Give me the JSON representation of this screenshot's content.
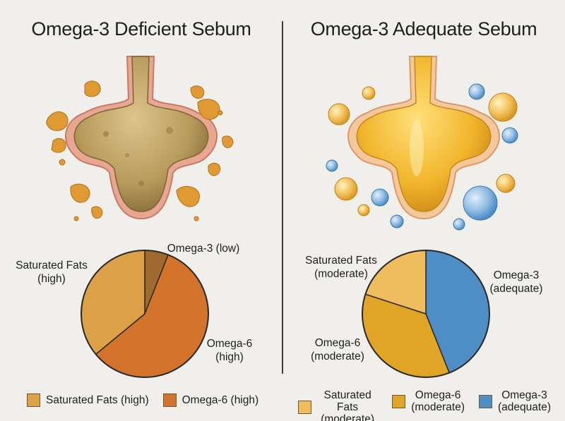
{
  "left_panel": {
    "title": "Omega-3 Deficient Sebum",
    "pie_labels": {
      "saturated": "Saturated Fats\n(high)",
      "omega3": "Omega-3 (low)",
      "omega6": "Omega-6\n(high)"
    },
    "legend": [
      {
        "label": "Saturated Fats (high)",
        "color": "#dca146"
      },
      {
        "label": "Omega-6 (high)",
        "color": "#d4732c"
      }
    ]
  },
  "right_panel": {
    "title": "Omega-3 Adequate Sebum",
    "pie_labels": {
      "saturated": "Saturated Fats\n(moderate)",
      "omega3": "Omega-3\n(adequate)",
      "omega6": "Omega-6\n(moderate)"
    },
    "legend": [
      {
        "label": "Saturated Fats\n(moderate)",
        "color": "#efbc5e"
      },
      {
        "label": "Omega-6\n(moderate)",
        "color": "#e0a526"
      },
      {
        "label": "Omega-3\n(adequate)",
        "color": "#4f8ec5"
      }
    ]
  },
  "chart_data": [
    {
      "type": "pie",
      "title": "",
      "slices": [
        {
          "name": "Omega-3 (low)",
          "value": 6,
          "color": "#a06a2e"
        },
        {
          "name": "Omega-6 (high)",
          "value": 58,
          "color": "#d4732c"
        },
        {
          "name": "Saturated Fats (high)",
          "value": 36,
          "color": "#dca146"
        }
      ]
    },
    {
      "type": "pie",
      "title": "",
      "slices": [
        {
          "name": "Omega-3 (adequate)",
          "value": 44,
          "color": "#4f8ec5"
        },
        {
          "name": "Omega-6 (moderate)",
          "value": 36,
          "color": "#e0a526"
        },
        {
          "name": "Saturated Fats (moderate)",
          "value": 20,
          "color": "#efbc5e"
        }
      ]
    }
  ]
}
